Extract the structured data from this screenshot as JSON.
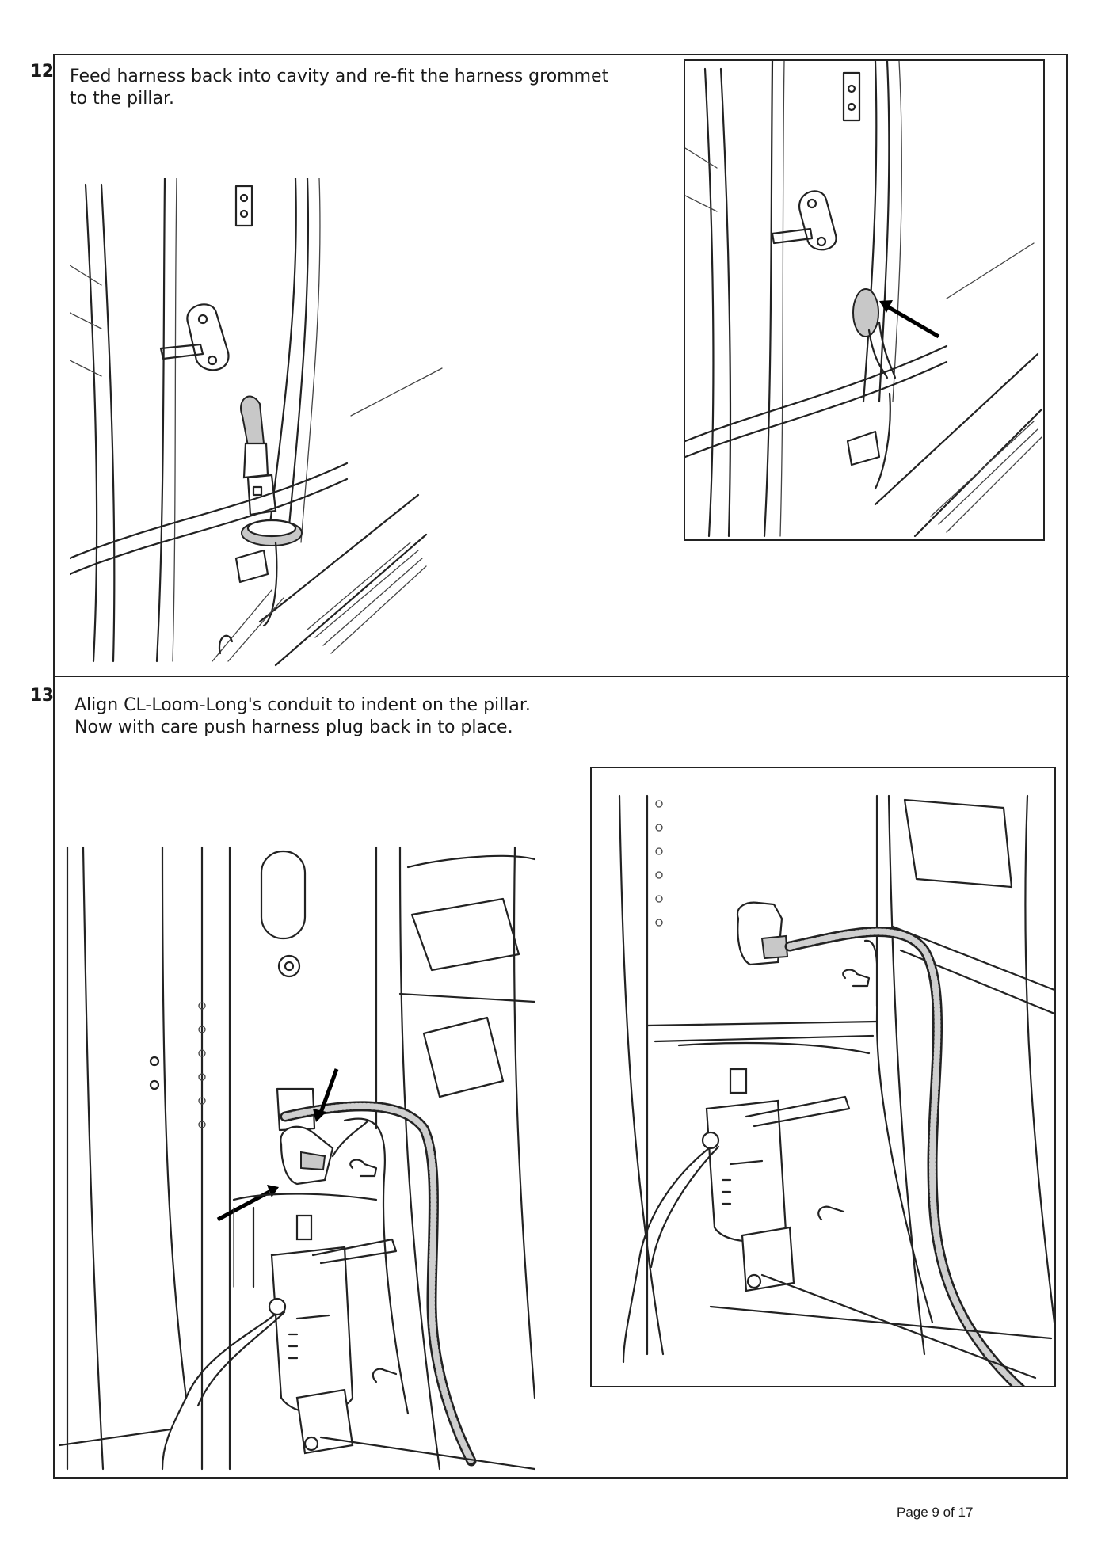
{
  "steps": [
    {
      "number": "12",
      "text": "Feed harness back into cavity and re-fit the harness grommet\nto the pillar."
    },
    {
      "number": "13",
      "text": "Align CL-Loom-Long's conduit to indent on the pillar.\nNow with care push harness plug back in to place."
    }
  ],
  "footer": {
    "page_label": "Page 9 of 17"
  }
}
